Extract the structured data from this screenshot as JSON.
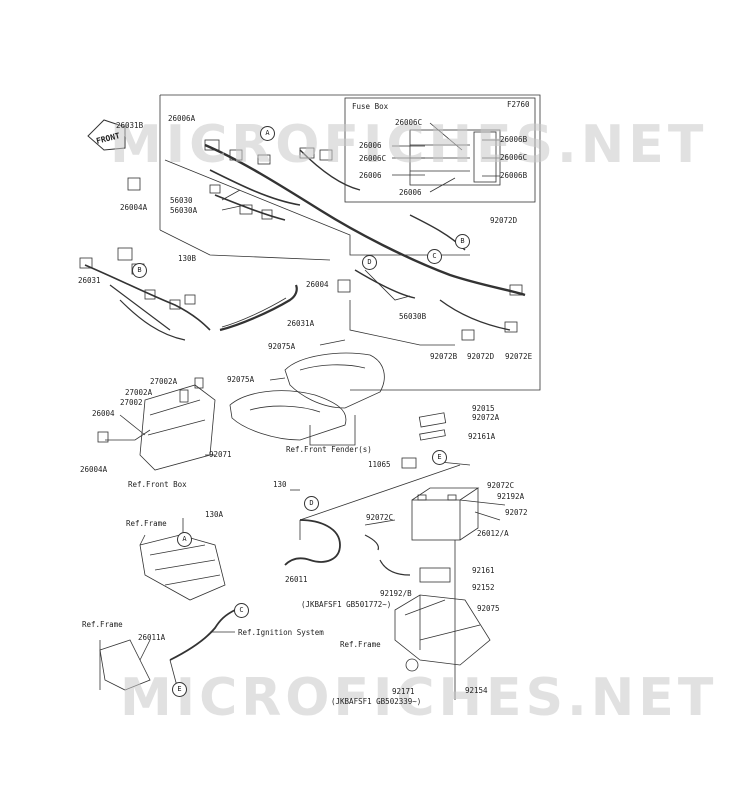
{
  "watermark": {
    "top": "MICROFICHES.NET",
    "bottom": "MICROFICHES.NET"
  },
  "diagram_code": "F2760",
  "front_label": "FRONT",
  "fuse_box": {
    "title": "Fuse Box",
    "left_labels": [
      "26006C",
      "26006",
      "26006C",
      "26006",
      "26006"
    ],
    "right_labels": [
      "26006B",
      "26006C",
      "26006B"
    ]
  },
  "circle_markers": {
    "a": "A",
    "b": "B",
    "c": "C",
    "d": "D",
    "e": "E"
  },
  "labels": {
    "p26031B": "26031B",
    "p26006A": "26006A",
    "p26004A_1": "26004A",
    "p56030": "56030",
    "p56030A": "56030A",
    "p130B": "130B",
    "p26031": "26031",
    "p26004_1": "26004",
    "p26031A": "26031A",
    "p56030B": "56030B",
    "p92072D_1": "92072D",
    "p92072B": "92072B",
    "p92072D_2": "92072D",
    "p92072E": "92072E",
    "p92075A_1": "92075A",
    "p92075A_2": "92075A",
    "p27002A_1": "27002A",
    "p27002A_2": "27002A",
    "p27002": "27002",
    "p26004_2": "26004",
    "p26004A_2": "26004A",
    "p92071": "92071",
    "ref_front_box": "Ref.Front Box",
    "ref_front_fenders": "Ref.Front Fender(s)",
    "p92015": "92015",
    "p92072A": "92072A",
    "p92161A": "92161A",
    "p11065": "11065",
    "p92072C_1": "92072C",
    "p92192A": "92192A",
    "p92072": "92072",
    "p130": "130",
    "p130A": "130A",
    "ref_frame_1": "Ref.Frame",
    "p92072C_2": "92072C",
    "p26012A": "26012/A",
    "p26011": "26011",
    "p92161": "92161",
    "p92152": "92152",
    "p92192B": "92192/B",
    "jkbaf_1": "(JKBAFSF1 GB501772~)",
    "p92075": "92075",
    "ref_frame_2": "Ref.Frame",
    "p26011A": "26011A",
    "ref_ignition": "Ref.Ignition System",
    "ref_frame_3": "Ref.Frame",
    "p92171": "92171",
    "jkbaf_2": "(JKBAFSF1 GB502339~)",
    "p92154": "92154"
  }
}
